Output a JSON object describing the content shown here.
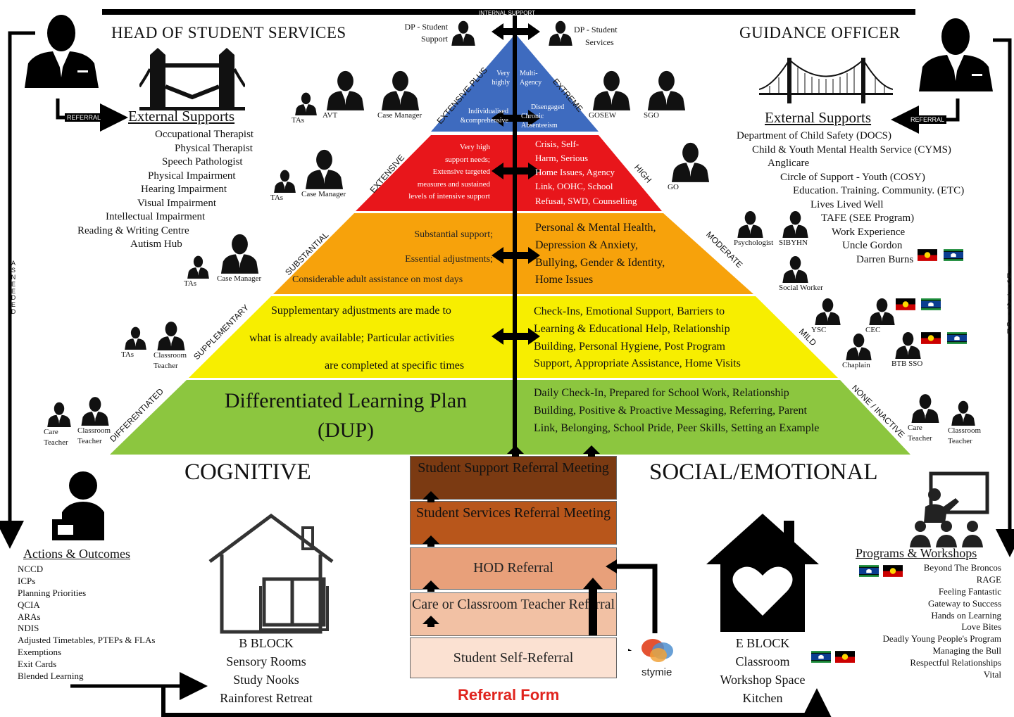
{
  "top_bar_label": "INTERNAL SUPPORT",
  "head_title": "HEAD OF STUDENT SERVICES",
  "guidance_title": "GUIDANCE OFFICER",
  "dp_left": [
    "DP - Student",
    "Support"
  ],
  "dp_right": [
    "DP - Student",
    "Services"
  ],
  "referral_label": "REFERRAL",
  "left_supports": {
    "title": "External Supports",
    "items": [
      "Occupational Therapist",
      "Physical Therapist",
      "Speech Pathologist",
      "Physical Impairment",
      "Hearing Impairment",
      "Visual Impairment",
      "Intellectual Impairment",
      "Reading & Writing Centre",
      "Autism Hub"
    ]
  },
  "right_supports": {
    "title": "External Supports",
    "items": [
      "Department of Child Safety (DOCS)",
      "Child & Youth Mental Health Service (CYMS)",
      "Anglicare",
      "Circle of Support - Youth (COSY)",
      "Education. Training. Community. (ETC)",
      "Lives Lived Well",
      "TAFE (SEE Program)",
      "Work Experience",
      "Uncle Gordon",
      "Darren Burns"
    ]
  },
  "side_left": "AS NEEDED",
  "side_right": "INVITATION",
  "pyramid": {
    "levels": [
      {
        "left_label": "EXTENSIVE PLUS",
        "right_label": "EXTREME",
        "left_text": [
          "Very",
          "highly"
        ],
        "left_text2": [
          "Individualised",
          "&comprehensive"
        ],
        "right_text": [
          "Multi-",
          "Agency"
        ],
        "right_text2": [
          "Disengaged",
          "Chronic",
          "Absenteeism"
        ]
      },
      {
        "left_label": "EXTENSIVE",
        "right_label": "HIGH",
        "left_text": [
          "Very high",
          "support needs;",
          "Extensive targeted",
          "measures and sustained",
          "levels of intensive support"
        ],
        "right_text": [
          "Crisis, Self-",
          "Harm, Serious",
          "Home Issues, Agency",
          "Link, OOHC, School",
          "Refusal, SWD, Counselling"
        ]
      },
      {
        "left_label": "SUBSTANTIAL",
        "right_label": "MODERATE",
        "left_text": [
          "Substantial support;",
          "Essential adjustments;",
          "Considerable adult assistance on most days"
        ],
        "right_text": [
          "Personal & Mental Health,",
          "Depression & Anxiety,",
          "Bullying, Gender & Identity,",
          "Home Issues"
        ]
      },
      {
        "left_label": "SUPPLEMENTARY",
        "right_label": "MILD",
        "left_text": [
          "Supplementary adjustments are made to",
          "what is already available; Particular activities",
          "are completed at specific times"
        ],
        "right_text": [
          "Check-Ins, Emotional Support, Barriers to",
          "Learning & Educational Help, Relationship",
          "Building, Personal Hygiene, Post Program",
          "Support, Appropriate Assistance, Home Visits"
        ]
      },
      {
        "left_label": "DIFFERENTIATED",
        "right_label": "NONE / INACTIVE",
        "left_text": [
          "Differentiated Learning Plan",
          "(DUP)"
        ],
        "right_text": [
          "Daily Check-In, Prepared for School Work, Relationship",
          "Building, Positive & Proactive Messaging, Referring, Parent",
          "Link, Belonging, School Pride, Peer Skills, Setting an Example"
        ]
      }
    ]
  },
  "staff_labels": {
    "tas": "TAs",
    "avt": "AVT",
    "case_manager": "Case Manager",
    "gosew": "GOSEW",
    "sgo": "SGO",
    "go": "GO",
    "psychologist": "Psychologist",
    "sibyhn": "SIBYHN",
    "social_worker": "Social Worker",
    "ysc": "YSC",
    "cec": "CEC",
    "chaplain": "Chaplain",
    "btb_sso": "BTB SSO",
    "classroom": "Classroom",
    "teacher": "Teacher",
    "care": "Care"
  },
  "cognitive": "COGNITIVE",
  "social_emotional": "SOCIAL/EMOTIONAL",
  "referral_steps": [
    {
      "label": "Student Support Referral Meeting",
      "color": "#7b3a12"
    },
    {
      "label": "Student Services Referral Meeting",
      "color": "#b8561b"
    },
    {
      "label": "HOD Referral",
      "color": "#e8a07a"
    },
    {
      "label": "Care or Classroom Teacher Referral",
      "color": "#f2c1a4"
    },
    {
      "label": "Student Self-Referral",
      "color": "#fbe1d2"
    }
  ],
  "referral_form": "Referral Form",
  "stymie": "stymie",
  "actions": {
    "title": "Actions & Outcomes",
    "items": [
      "NCCD",
      "ICPs",
      "Planning Priorities",
      "QCIA",
      "ARAs",
      "NDIS",
      "Adjusted Timetables, PTEPs & FLAs",
      "Exemptions",
      "Exit Cards",
      "Blended Learning"
    ]
  },
  "b_block": [
    "B BLOCK",
    "Sensory Rooms",
    "Study Nooks",
    "Rainforest Retreat"
  ],
  "e_block": [
    "E BLOCK",
    "Classroom",
    "Workshop Space",
    "Kitchen"
  ],
  "programs": {
    "title": "Programs & Workshops",
    "items": [
      "Beyond The Broncos",
      "RAGE",
      "Feeling Fantastic",
      "Gateway to Success",
      "Hands on Learning",
      "Love Bites",
      "Deadly Young People's Program",
      "Managing the Bull",
      "Respectful Relationships",
      "Vital"
    ]
  },
  "colors": {
    "band1": "#3e6bbf",
    "band2": "#e8161b",
    "band3": "#f7a20b",
    "band4": "#f7ee00",
    "band5": "#8cc63f"
  }
}
